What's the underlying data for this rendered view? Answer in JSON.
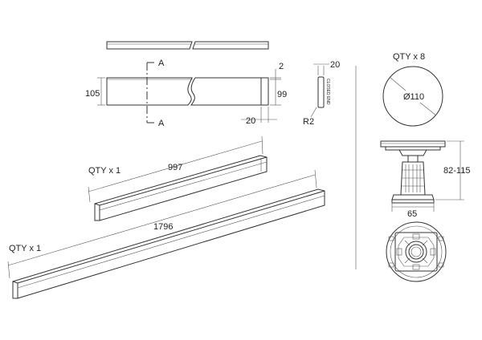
{
  "plan": {
    "section_marker": "A",
    "height_dim": "105",
    "inner_height_dim": "99",
    "top_dim": "2",
    "end_dim": "20",
    "end_profile_dim": "20",
    "radius_dim": "R2",
    "end_cap_text": "CLOSED END"
  },
  "strips": {
    "short": {
      "qty": "QTY x 1",
      "length": "997"
    },
    "long": {
      "qty": "QTY x 1",
      "length": "1796"
    }
  },
  "leg": {
    "qty": "QTY x 8",
    "diameter": "Ø110",
    "height_range": "82-115",
    "base_width": "65"
  }
}
